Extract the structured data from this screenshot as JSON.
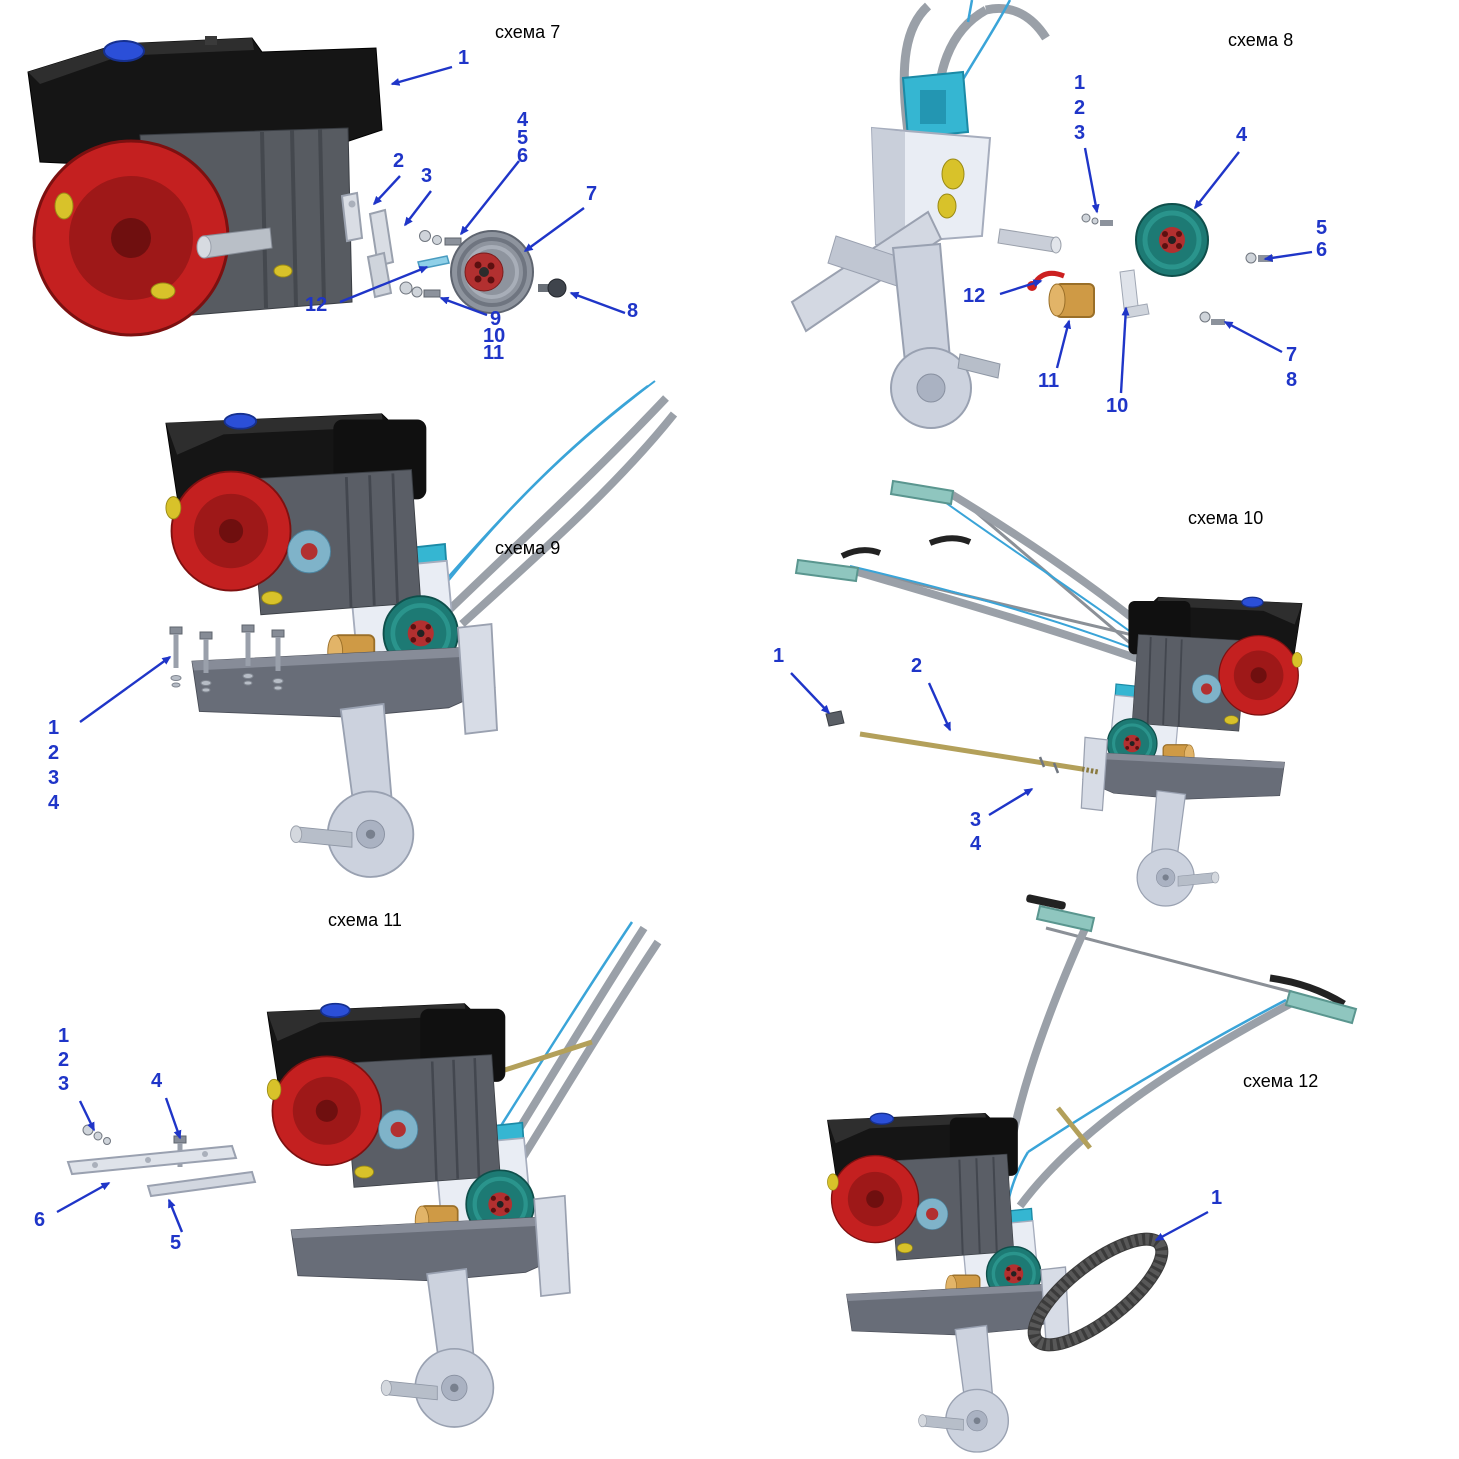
{
  "colors": {
    "callout_blue": "#1f35c8",
    "title_black": "#000000"
  },
  "panels": [
    {
      "title": "схема 7",
      "callouts": [
        "1",
        "2",
        "3",
        "4",
        "5",
        "6",
        "7",
        "8",
        "12",
        "9",
        "10",
        "11"
      ]
    },
    {
      "title": "схема 8",
      "callouts": [
        "1",
        "2",
        "3",
        "4",
        "5",
        "6",
        "12",
        "11",
        "10",
        "7",
        "8"
      ]
    },
    {
      "title": "схема 9",
      "callouts": [
        "1",
        "2",
        "3",
        "4"
      ]
    },
    {
      "title": "схема 10",
      "callouts": [
        "1",
        "2",
        "3",
        "4"
      ]
    },
    {
      "title": "схема 11",
      "callouts": [
        "1",
        "2",
        "3",
        "4",
        "6",
        "5"
      ]
    },
    {
      "title": "схема 12",
      "callouts": [
        "1"
      ]
    }
  ]
}
